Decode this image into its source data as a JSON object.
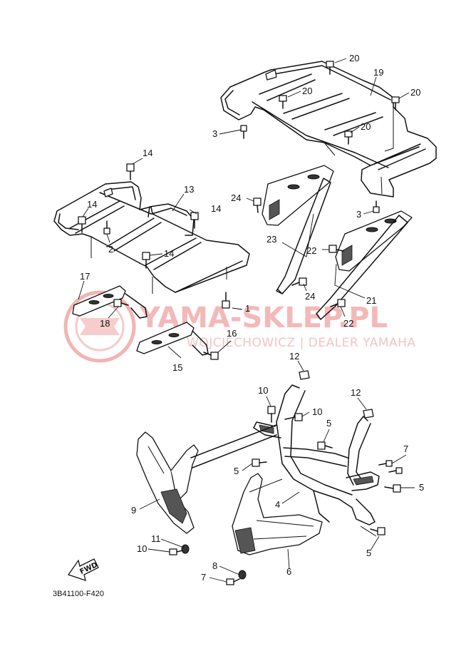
{
  "diagram": {
    "reference_code": "3B41100-F420",
    "fwd_label": "FWD",
    "watermark": {
      "brand": "YAMA-SKLEP.PL",
      "dealer": "WOJCIECHOWICZ | DEALER YAMAHA"
    },
    "callouts": [
      {
        "id": "c20a",
        "label": "20"
      },
      {
        "id": "c19",
        "label": "19"
      },
      {
        "id": "c20b",
        "label": "20"
      },
      {
        "id": "c20c",
        "label": "20"
      },
      {
        "id": "c3a",
        "label": "3"
      },
      {
        "id": "c20d",
        "label": "20"
      },
      {
        "id": "c14a",
        "label": "14"
      },
      {
        "id": "c13",
        "label": "13"
      },
      {
        "id": "c24a",
        "label": "24"
      },
      {
        "id": "c14b",
        "label": "14"
      },
      {
        "id": "c14c",
        "label": "14"
      },
      {
        "id": "c3b",
        "label": "3"
      },
      {
        "id": "c2",
        "label": "2"
      },
      {
        "id": "c14d",
        "label": "14"
      },
      {
        "id": "c23",
        "label": "23"
      },
      {
        "id": "c22a",
        "label": "22"
      },
      {
        "id": "c17",
        "label": "17"
      },
      {
        "id": "c24b",
        "label": "24"
      },
      {
        "id": "c21",
        "label": "21"
      },
      {
        "id": "c1",
        "label": "1"
      },
      {
        "id": "c18",
        "label": "18"
      },
      {
        "id": "c22b",
        "label": "22"
      },
      {
        "id": "c16",
        "label": "16"
      },
      {
        "id": "c15",
        "label": "15"
      },
      {
        "id": "c12a",
        "label": "12"
      },
      {
        "id": "c10a",
        "label": "10"
      },
      {
        "id": "c12b",
        "label": "12"
      },
      {
        "id": "c10b",
        "label": "10"
      },
      {
        "id": "c5a",
        "label": "5"
      },
      {
        "id": "c7a",
        "label": "7"
      },
      {
        "id": "c5b",
        "label": "5"
      },
      {
        "id": "c5c",
        "label": "5"
      },
      {
        "id": "c9",
        "label": "9"
      },
      {
        "id": "c4",
        "label": "4"
      },
      {
        "id": "c11",
        "label": "11"
      },
      {
        "id": "c10c",
        "label": "10"
      },
      {
        "id": "c5d",
        "label": "5"
      },
      {
        "id": "c8",
        "label": "8"
      },
      {
        "id": "c6",
        "label": "6"
      },
      {
        "id": "c7b",
        "label": "7"
      }
    ]
  }
}
